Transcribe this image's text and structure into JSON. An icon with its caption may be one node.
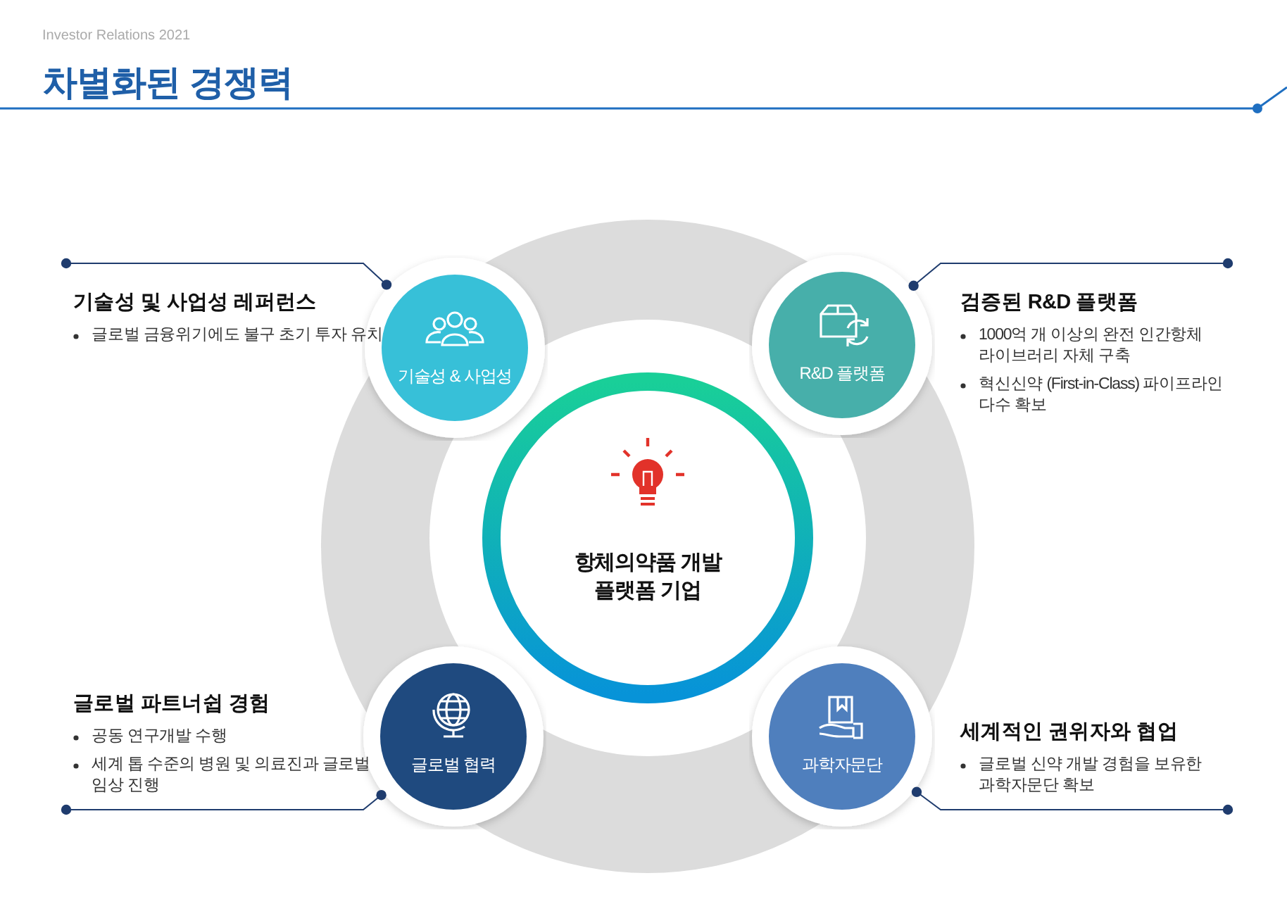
{
  "diagram": {
    "title": "차별화된 경쟁력",
    "nodes": [
      {
        "text": [
          "항체의약품 개발 플랫폼 기업"
        ]
      },
      {
        "text": [
          "기술성 & 사업성"
        ]
      },
      {
        "text": [
          "R&D 플랫폼"
        ]
      },
      {
        "text": [
          "글로벌 협력"
        ]
      },
      {
        "text": [
          "과학자문단"
        ]
      },
      {
        "text": [
          "기술성 및 사업성 레퍼런스",
          "글로벌 금융위기에도 불구 초기 투자 유치"
        ]
      },
      {
        "text": [
          "검증된 R&D 플랫폼",
          "1000억 개 이상의 완전 인간항체 라이브러리 자체 구축",
          "혁신신약 (First-in-Class) 파이프라인 다수 확보"
        ]
      },
      {
        "text": [
          "글로벌 파트너쉽 경험",
          "공동 연구개발 수행",
          "세계 톱 수준의 병원 및 의료진과 글로벌 임상 진행"
        ]
      },
      {
        "text": [
          "세계적인 권위자와 협업",
          "글로벌 신약 개발 경험을 보유한 과학자문단 확보"
        ]
      }
    ],
    "edges": [
      {
        "from": 5,
        "to": 1,
        "arrow": "other"
      },
      {
        "from": 6,
        "to": 2,
        "arrow": "other"
      },
      {
        "from": 7,
        "to": 3,
        "arrow": "other"
      },
      {
        "from": 8,
        "to": 4,
        "arrow": "other"
      }
    ],
    "labels": [
      "Investor Relations 2021"
    ]
  }
}
